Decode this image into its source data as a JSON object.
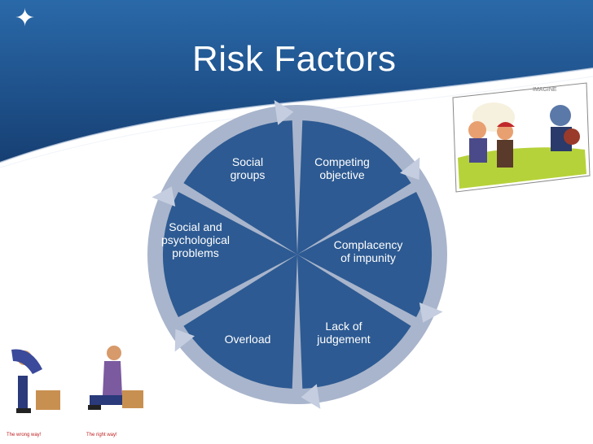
{
  "slide": {
    "title": "Risk Factors"
  },
  "diagram": {
    "segments": [
      {
        "label_lines": [
          "Social",
          "groups"
        ]
      },
      {
        "label_lines": [
          "Competing",
          "objective"
        ]
      },
      {
        "label_lines": [
          "Complacency",
          "of impunity"
        ]
      },
      {
        "label_lines": [
          "Lack of",
          "judgement"
        ]
      },
      {
        "label_lines": [
          "Overload"
        ]
      },
      {
        "label_lines": [
          "Social and",
          "psychological",
          "problems"
        ]
      }
    ]
  },
  "images": {
    "meeting_clipart": {
      "watermark": "IMAGINE"
    },
    "lifting_clipart": {
      "captions": [
        "The wrong way!",
        "The right way!"
      ]
    }
  },
  "colors": {
    "header": "#1e4f8c",
    "segment": "#2d5a92",
    "ring": "#a9b5cc",
    "arrow": "#c5cee0"
  }
}
